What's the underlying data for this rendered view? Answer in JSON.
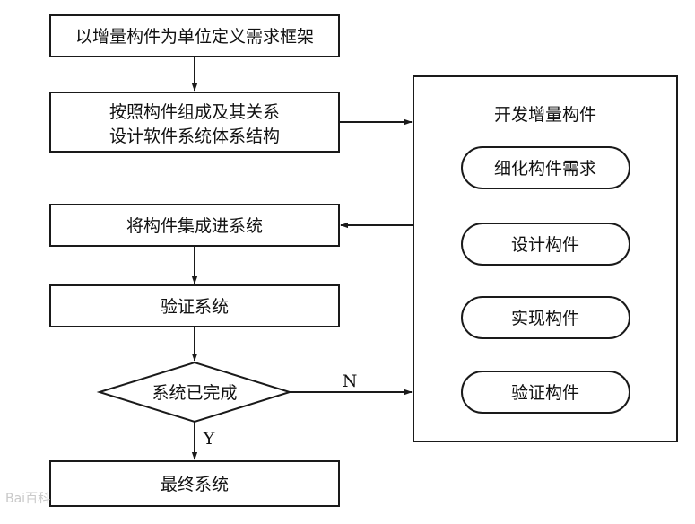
{
  "flow": {
    "step1": "以增量构件为单位定义需求框架",
    "step2_line1": "按照构件组成及其关系",
    "step2_line2": "设计软件系统体系结构",
    "step3": "将构件集成进系统",
    "step4": "验证系统",
    "decision": "系统已完成",
    "step5": "最终系统",
    "yes_label": "Y",
    "no_label": "N"
  },
  "dev_panel": {
    "title": "开发增量构件",
    "items": [
      "细化构件需求",
      "设计构件",
      "实现构件",
      "验证构件"
    ]
  },
  "watermark": "Bai百科"
}
